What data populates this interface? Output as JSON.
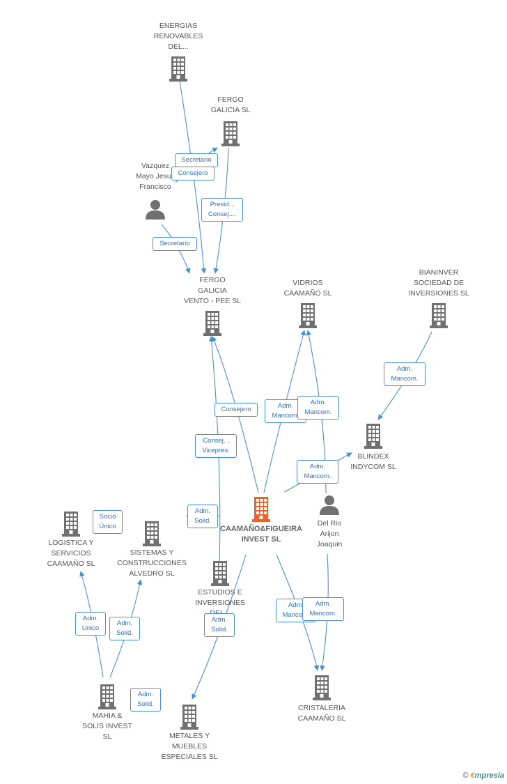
{
  "colors": {
    "edge": "#4a8fd6",
    "node": "#707070",
    "main": "#f0602a",
    "badge_text": "#2f6fbf"
  },
  "nodes": [
    {
      "id": "energias",
      "kind": "company",
      "label": "ENERGIAS\nRENOVABLES\nDEL..."
    },
    {
      "id": "fergo_galicia",
      "kind": "company",
      "label": "FERGO\nGALICIA  SL"
    },
    {
      "id": "vazquez",
      "kind": "person",
      "label": "Vazquez\nMayo Jesus\nFrancisco"
    },
    {
      "id": "fergo_vento",
      "kind": "company",
      "label": "FERGO\nGALICIA\nVENTO -  PEE SL"
    },
    {
      "id": "vidrios",
      "kind": "company",
      "label": "VIDRIOS\nCAAMAÑO SL"
    },
    {
      "id": "bianinver",
      "kind": "company",
      "label": "BIANINVER\nSOCIEDAD DE\nINVERSIONES SL"
    },
    {
      "id": "blindex",
      "kind": "company",
      "label": "BLINDEX\nINDYCOM SL"
    },
    {
      "id": "delrio",
      "kind": "person",
      "label": "Del Rio\nArijon\nJoaquin"
    },
    {
      "id": "main",
      "kind": "main",
      "label": "CAAMAÑO&FIGUEIRA\nINVEST SL"
    },
    {
      "id": "logistica",
      "kind": "company",
      "label": "LOGISTICA Y\nSERVICIOS\nCAAMAÑO  SL"
    },
    {
      "id": "sistemas",
      "kind": "company",
      "label": "SISTEMAS Y\nCONSTRUCCIONES\nALVEDRO SL"
    },
    {
      "id": "estudios",
      "kind": "company",
      "label": "ESTUDIOS E\nINVERSIONES\nDEL..."
    },
    {
      "id": "mahia",
      "kind": "company",
      "label": "MAHIA &\nSOLIS INVEST\nSL"
    },
    {
      "id": "metales",
      "kind": "company",
      "label": "METALES Y\nMUEBLES\nESPECIALES SL"
    },
    {
      "id": "cristaleria",
      "kind": "company",
      "label": "CRISTALERIA\nCAAMAÑO SL"
    }
  ],
  "edges": [
    {
      "from": "energias",
      "to": "fergo_vento"
    },
    {
      "from": "vazquez",
      "to": "fergo_galicia"
    },
    {
      "from": "fergo_galicia",
      "to": "fergo_vento"
    },
    {
      "from": "vazquez",
      "to": "fergo_vento"
    },
    {
      "from": "main",
      "to": "fergo_vento"
    },
    {
      "from": "estudios",
      "to": "fergo_vento"
    },
    {
      "from": "main",
      "to": "vidrios"
    },
    {
      "from": "delrio",
      "to": "vidrios"
    },
    {
      "from": "bianinver",
      "to": "blindex"
    },
    {
      "from": "main",
      "to": "blindex"
    },
    {
      "from": "main",
      "to": "estudios"
    },
    {
      "from": "mahia",
      "to": "logistica"
    },
    {
      "from": "mahia",
      "to": "sistemas"
    },
    {
      "from": "main",
      "to": "metales"
    },
    {
      "from": "main",
      "to": "cristaleria"
    },
    {
      "from": "delrio",
      "to": "cristaleria"
    }
  ],
  "badges": [
    {
      "id": "b1",
      "text": "Secretario"
    },
    {
      "id": "b2",
      "text": "Consejero"
    },
    {
      "id": "b3",
      "text": "Presid. ,\nConsej...."
    },
    {
      "id": "b4",
      "text": "Secretario"
    },
    {
      "id": "b5",
      "text": "Consejero"
    },
    {
      "id": "b6",
      "text": "Consej. ,\nVicepres."
    },
    {
      "id": "b7",
      "text": "Adm.\nMancom."
    },
    {
      "id": "b8",
      "text": "Adm.\nMancom."
    },
    {
      "id": "b9",
      "text": "Adm.\nMancom."
    },
    {
      "id": "b10",
      "text": "Adm.\nMancom."
    },
    {
      "id": "b11",
      "text": "Adm.\nSolid."
    },
    {
      "id": "b12",
      "text": "Socio\nÚnico"
    },
    {
      "id": "b13",
      "text": "Adm.\nUnico"
    },
    {
      "id": "b14",
      "text": "Adm.\nSolid."
    },
    {
      "id": "b15",
      "text": "Adm.\nSolid."
    },
    {
      "id": "b16",
      "text": "Adm.\nSolid."
    },
    {
      "id": "b17",
      "text": "Adm.\nMancom."
    },
    {
      "id": "b18",
      "text": "Adm.\nMancom."
    }
  ],
  "footer": {
    "copyright": "©",
    "brand_e": "€",
    "brand_rest": "mpresia"
  }
}
